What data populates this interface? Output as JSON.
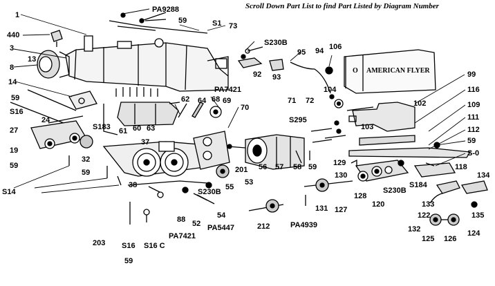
{
  "note": "Scroll Down Part List to find Part Listed by Diagram Number",
  "tender_lettering": "AMERICAN FLYER",
  "tender_mark": "O",
  "labels": [
    "1",
    "PA9288",
    "59",
    "S1",
    "73",
    "440",
    "3",
    "8",
    "13",
    "14",
    "59",
    "S16",
    "27",
    "24",
    "19",
    "59",
    "S183",
    "61",
    "60",
    "63",
    "62",
    "64",
    "68",
    "PA7421",
    "69",
    "70",
    "37",
    "32",
    "59",
    "38",
    "S14",
    "201",
    "56",
    "57",
    "58",
    "59",
    "53",
    "55",
    "S230B",
    "S230B",
    "92",
    "93",
    "95",
    "94",
    "106",
    "99",
    "104",
    "72",
    "71",
    "S295",
    "102",
    "103",
    "116",
    "109",
    "111",
    "112",
    "59",
    "S-0",
    "129",
    "130",
    "128",
    "120",
    "S230B",
    "S184",
    "118",
    "134",
    "133",
    "122",
    "135",
    "132",
    "125",
    "126",
    "124",
    "131",
    "127",
    "212",
    "PA4939",
    "88",
    "52",
    "54",
    "PA5447",
    "PA7421",
    "203",
    "S16",
    "S16 C",
    "59"
  ]
}
